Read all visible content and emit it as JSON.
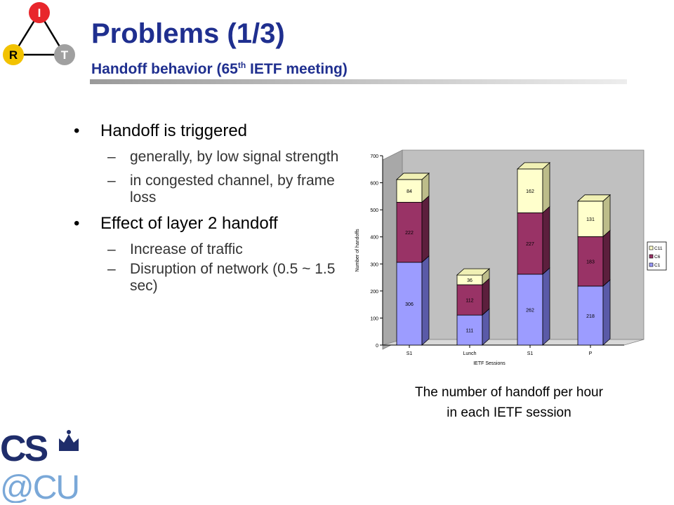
{
  "logo": {
    "letters": [
      "I",
      "R",
      "T"
    ],
    "brand_text": [
      "CS",
      "@CU"
    ]
  },
  "slide": {
    "title": "Problems (1/3)",
    "subtitle_prefix": "Handoff behavior (65",
    "subtitle_sup": "th",
    "subtitle_suffix": " IETF meeting)"
  },
  "bullets": [
    {
      "text": "Handoff is triggered",
      "sub": [
        "generally, by low signal strength",
        "in congested channel, by frame loss"
      ]
    },
    {
      "text": "Effect of layer 2 handoff",
      "sub": [
        "Increase of traffic",
        "Disruption of network (0.5 ~ 1.5 sec)"
      ]
    }
  ],
  "caption": {
    "line1": "The number of handoff per hour",
    "line2": "in each IETF session"
  },
  "colors": {
    "title": "#1f2f8f",
    "C1": "#9c9cff",
    "C6": "#993366",
    "C11": "#ffffcc"
  },
  "chart_data": {
    "type": "bar",
    "stacked": true,
    "categories": [
      "S1",
      "Lunch",
      "S1",
      "P"
    ],
    "series": [
      {
        "name": "C1",
        "values": [
          306,
          111,
          262,
          218
        ]
      },
      {
        "name": "C6",
        "values": [
          222,
          112,
          227,
          183
        ]
      },
      {
        "name": "C11",
        "values": [
          84,
          36,
          162,
          131
        ]
      }
    ],
    "xlabel": "IETF Sessions",
    "ylabel": "Number of handoffs",
    "ylim": [
      0,
      700
    ],
    "yticks": [
      0,
      100,
      200,
      300,
      400,
      500,
      600,
      700
    ],
    "legend": "right",
    "grid": false
  }
}
